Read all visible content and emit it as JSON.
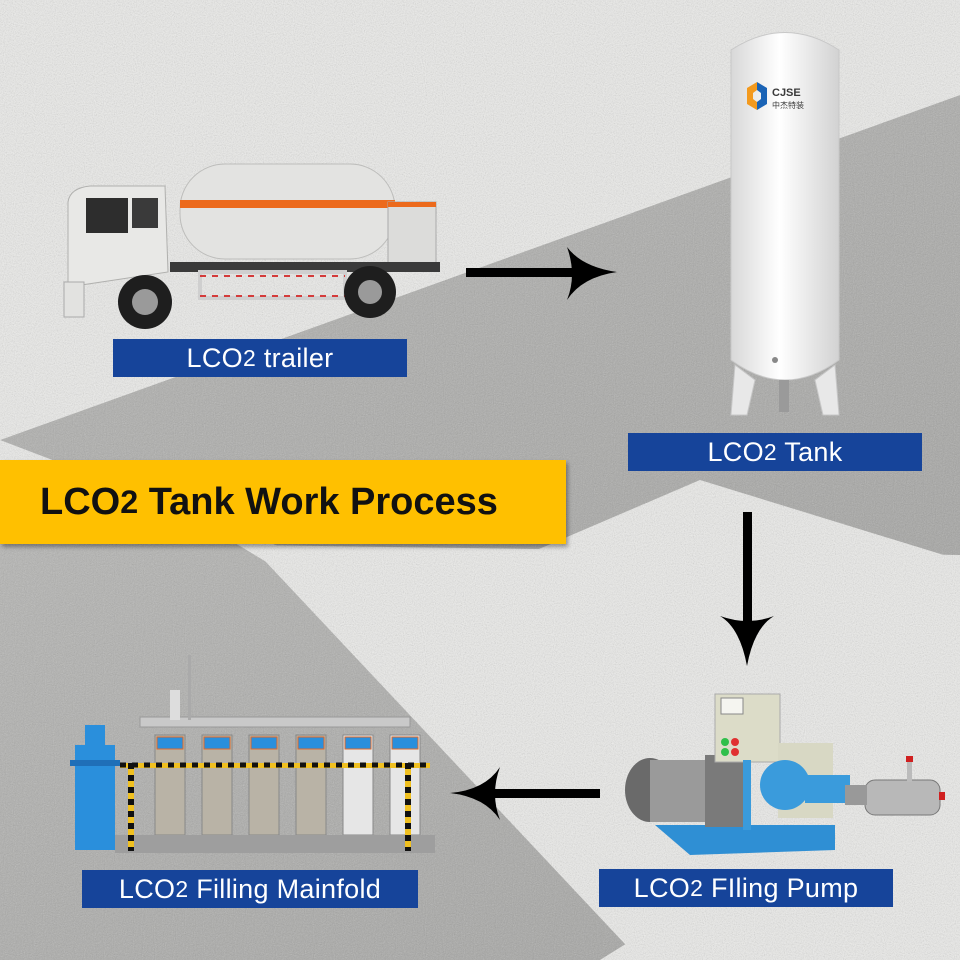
{
  "title": {
    "prefix": "LCO",
    "subscript": "2",
    "rest": " Tank Work Process",
    "color": "#ffc000"
  },
  "brand": {
    "logo_text": "CJSE",
    "logo_subtext": "中杰特装",
    "colors": {
      "orange": "#f39a1e",
      "blue": "#1a63b5"
    }
  },
  "steps": [
    {
      "id": "trailer",
      "prefix": "LCO",
      "subscript": "2",
      "rest": " trailer"
    },
    {
      "id": "tank",
      "prefix": "LCO",
      "subscript": "2",
      "rest": " Tank"
    },
    {
      "id": "pump",
      "prefix": "LCO",
      "subscript": "2",
      "rest": " FIling Pump"
    },
    {
      "id": "manifold",
      "prefix": "LCO",
      "subscript": "2",
      "rest": " Filling Mainfold"
    }
  ],
  "flow": [
    {
      "from": "trailer",
      "to": "tank",
      "direction": "right"
    },
    {
      "from": "tank",
      "to": "pump",
      "direction": "down"
    },
    {
      "from": "pump",
      "to": "manifold",
      "direction": "left"
    }
  ],
  "colors": {
    "label_bg": "#16449a",
    "label_text": "#ffffff",
    "arrow": "#000000",
    "bg_light": "#ececea",
    "bg_dark": "#a9a9a7"
  }
}
